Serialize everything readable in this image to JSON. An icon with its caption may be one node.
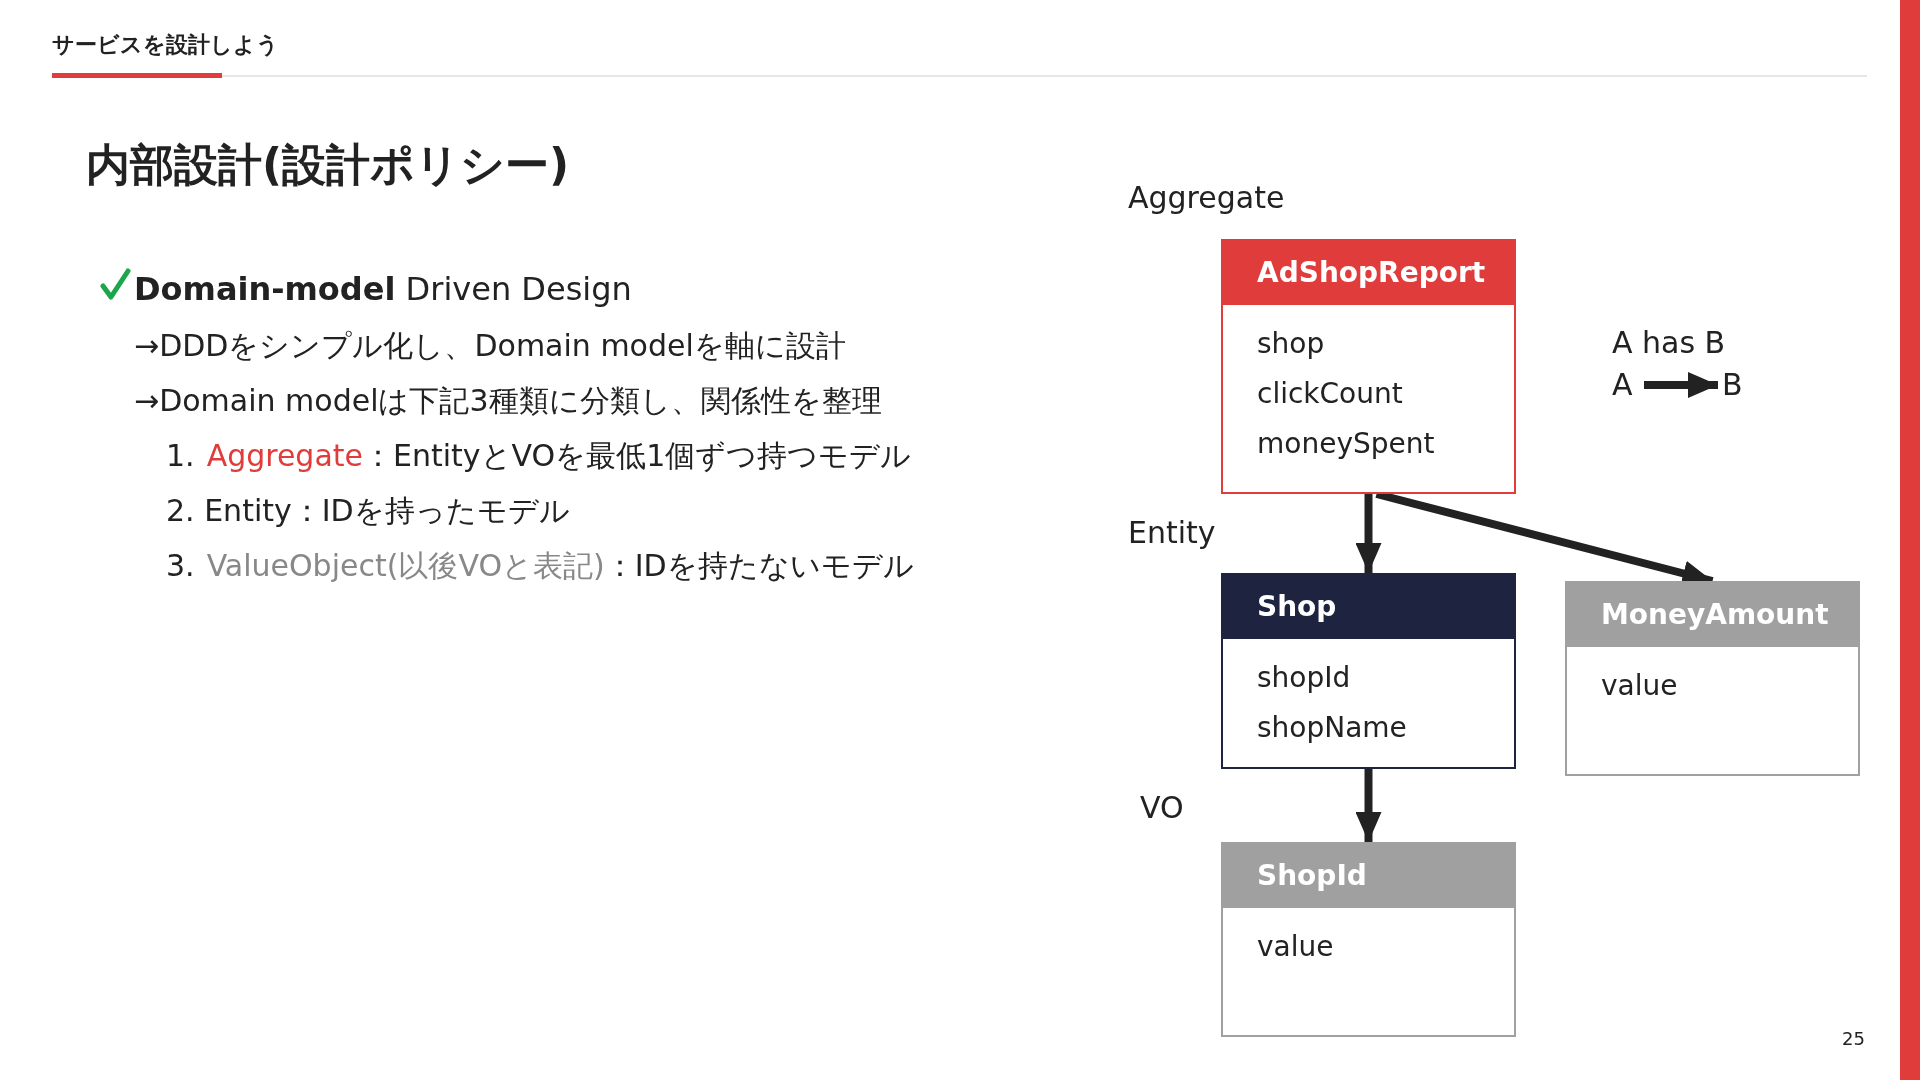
{
  "diagram": {
    "title": "内部設計(設計ポリシー)",
    "nodes": [
      {
        "text": [
          "AdShopReport",
          "shop",
          "clickCount",
          "moneySpent"
        ]
      },
      {
        "text": [
          "Shop",
          "shopId",
          "shopName"
        ]
      },
      {
        "text": [
          "MoneyAmount",
          "value"
        ]
      },
      {
        "text": [
          "ShopId",
          "value"
        ]
      },
      {
        "text": [
          "A"
        ]
      },
      {
        "text": [
          "B"
        ]
      }
    ],
    "edges": [
      {
        "from": 0,
        "to": 1,
        "arrow": "to"
      },
      {
        "from": 0,
        "to": 2,
        "arrow": "to"
      },
      {
        "from": 1,
        "to": 3,
        "arrow": "to"
      },
      {
        "from": 4,
        "to": 5,
        "arrow": "to"
      }
    ],
    "labels": [
      "サービスを設計しよう",
      "**Domain-model** Driven Design",
      "→DDDをシンプル化し、Domain modelを軸に設計",
      "→Domain modelは下記3種類に分類し、関係性を整理",
      "1.",
      "Aggregate",
      "：EntityとVOを最低1個ずつ持つモデル",
      "2. Entity：IDを持ったモデル",
      "3.",
      "ValueObject(以後VOと表記)",
      "：IDを持たないモデル",
      "Aggregate",
      "Entity",
      "VO",
      "A has B",
      "25"
    ]
  }
}
